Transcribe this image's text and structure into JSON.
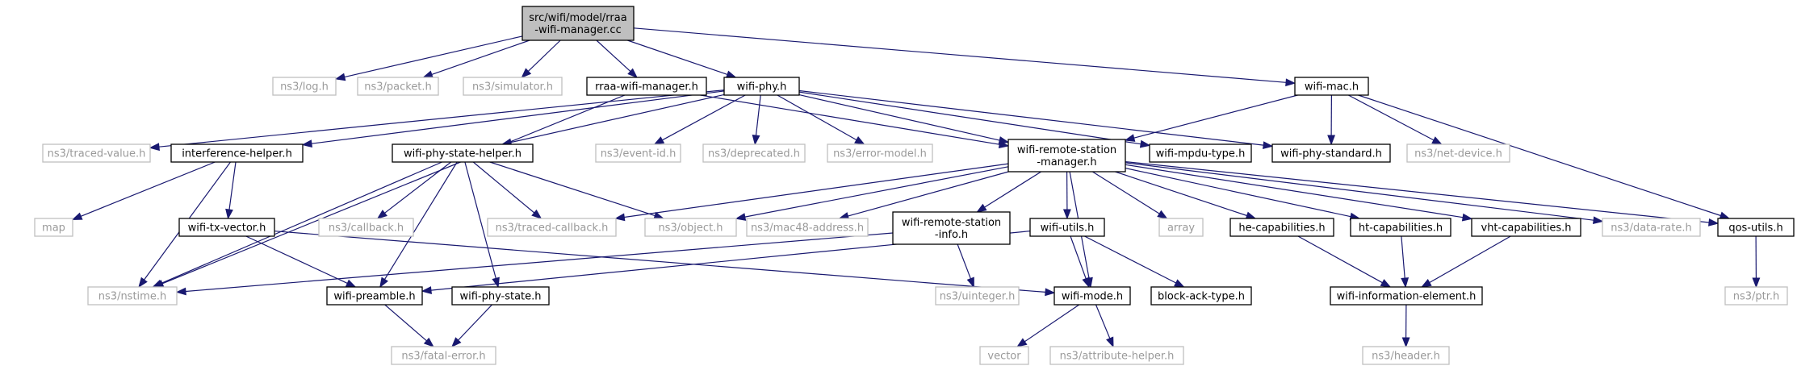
{
  "diagram": {
    "nodes": [
      {
        "id": "root",
        "label": "src/wifi/model/rraa\n-wifi-manager.cc",
        "style": "root"
      },
      {
        "id": "log",
        "label": "ns3/log.h",
        "style": "external"
      },
      {
        "id": "packet",
        "label": "ns3/packet.h",
        "style": "external"
      },
      {
        "id": "simulator",
        "label": "ns3/simulator.h",
        "style": "external"
      },
      {
        "id": "rraa",
        "label": "rraa-wifi-manager.h",
        "style": "documented"
      },
      {
        "id": "wifiphy",
        "label": "wifi-phy.h",
        "style": "documented"
      },
      {
        "id": "wifimac",
        "label": "wifi-mac.h",
        "style": "documented"
      },
      {
        "id": "tracedvalue",
        "label": "ns3/traced-value.h",
        "style": "external"
      },
      {
        "id": "interference",
        "label": "interference-helper.h",
        "style": "documented"
      },
      {
        "id": "phystatehelper",
        "label": "wifi-phy-state-helper.h",
        "style": "documented"
      },
      {
        "id": "eventid",
        "label": "ns3/event-id.h",
        "style": "external"
      },
      {
        "id": "deprecated",
        "label": "ns3/deprecated.h",
        "style": "external"
      },
      {
        "id": "errormodel",
        "label": "ns3/error-model.h",
        "style": "external"
      },
      {
        "id": "rsm",
        "label": "wifi-remote-station\n-manager.h",
        "style": "documented"
      },
      {
        "id": "mpdutype",
        "label": "wifi-mpdu-type.h",
        "style": "documented"
      },
      {
        "id": "phystandard",
        "label": "wifi-phy-standard.h",
        "style": "documented"
      },
      {
        "id": "netdevice",
        "label": "ns3/net-device.h",
        "style": "external"
      },
      {
        "id": "map",
        "label": "map",
        "style": "external"
      },
      {
        "id": "txvector",
        "label": "wifi-tx-vector.h",
        "style": "documented"
      },
      {
        "id": "callback",
        "label": "ns3/callback.h",
        "style": "external"
      },
      {
        "id": "tracedcallback",
        "label": "ns3/traced-callback.h",
        "style": "external"
      },
      {
        "id": "object",
        "label": "ns3/object.h",
        "style": "external"
      },
      {
        "id": "mac48",
        "label": "ns3/mac48-address.h",
        "style": "external"
      },
      {
        "id": "rsinfo",
        "label": "wifi-remote-station\n-info.h",
        "style": "documented"
      },
      {
        "id": "utils",
        "label": "wifi-utils.h",
        "style": "documented"
      },
      {
        "id": "array",
        "label": "array",
        "style": "external"
      },
      {
        "id": "hecap",
        "label": "he-capabilities.h",
        "style": "documented"
      },
      {
        "id": "htcap",
        "label": "ht-capabilities.h",
        "style": "documented"
      },
      {
        "id": "vhtcap",
        "label": "vht-capabilities.h",
        "style": "documented"
      },
      {
        "id": "datarate",
        "label": "ns3/data-rate.h",
        "style": "external"
      },
      {
        "id": "qos",
        "label": "qos-utils.h",
        "style": "documented"
      },
      {
        "id": "nstime",
        "label": "ns3/nstime.h",
        "style": "external"
      },
      {
        "id": "preamble",
        "label": "wifi-preamble.h",
        "style": "documented"
      },
      {
        "id": "phystate",
        "label": "wifi-phy-state.h",
        "style": "documented"
      },
      {
        "id": "uinteger",
        "label": "ns3/uinteger.h",
        "style": "external"
      },
      {
        "id": "mode",
        "label": "wifi-mode.h",
        "style": "documented"
      },
      {
        "id": "blockack",
        "label": "block-ack-type.h",
        "style": "documented"
      },
      {
        "id": "infoelem",
        "label": "wifi-information-element.h",
        "style": "documented"
      },
      {
        "id": "ptr",
        "label": "ns3/ptr.h",
        "style": "external"
      },
      {
        "id": "fatalerror",
        "label": "ns3/fatal-error.h",
        "style": "external"
      },
      {
        "id": "vector",
        "label": "vector",
        "style": "external"
      },
      {
        "id": "attrhelper",
        "label": "ns3/attribute-helper.h",
        "style": "external"
      },
      {
        "id": "header",
        "label": "ns3/header.h",
        "style": "external"
      }
    ],
    "edges": [
      [
        "root",
        "log"
      ],
      [
        "root",
        "packet"
      ],
      [
        "root",
        "simulator"
      ],
      [
        "root",
        "rraa"
      ],
      [
        "root",
        "wifiphy"
      ],
      [
        "root",
        "wifimac"
      ],
      [
        "rraa",
        "rsm"
      ],
      [
        "rraa",
        "nstime"
      ],
      [
        "wifiphy",
        "interference"
      ],
      [
        "wifiphy",
        "phystatehelper"
      ],
      [
        "wifiphy",
        "eventid"
      ],
      [
        "wifiphy",
        "deprecated"
      ],
      [
        "wifiphy",
        "errormodel"
      ],
      [
        "wifiphy",
        "rsm"
      ],
      [
        "wifiphy",
        "mpdutype"
      ],
      [
        "wifiphy",
        "phystandard"
      ],
      [
        "wifiphy",
        "tracedvalue"
      ],
      [
        "wifimac",
        "rsm"
      ],
      [
        "wifimac",
        "phystandard"
      ],
      [
        "wifimac",
        "netdevice"
      ],
      [
        "wifimac",
        "qos"
      ],
      [
        "interference",
        "map"
      ],
      [
        "interference",
        "txvector"
      ],
      [
        "interference",
        "nstime"
      ],
      [
        "phystatehelper",
        "callback"
      ],
      [
        "phystatehelper",
        "tracedcallback"
      ],
      [
        "phystatehelper",
        "object"
      ],
      [
        "phystatehelper",
        "nstime"
      ],
      [
        "phystatehelper",
        "preamble"
      ],
      [
        "phystatehelper",
        "phystate"
      ],
      [
        "txvector",
        "preamble"
      ],
      [
        "txvector",
        "mode"
      ],
      [
        "rsm",
        "tracedcallback"
      ],
      [
        "rsm",
        "object"
      ],
      [
        "rsm",
        "mac48"
      ],
      [
        "rsm",
        "rsinfo"
      ],
      [
        "rsm",
        "utils"
      ],
      [
        "rsm",
        "array"
      ],
      [
        "rsm",
        "hecap"
      ],
      [
        "rsm",
        "htcap"
      ],
      [
        "rsm",
        "vhtcap"
      ],
      [
        "rsm",
        "datarate"
      ],
      [
        "rsm",
        "qos"
      ],
      [
        "rsm",
        "mode"
      ],
      [
        "rsinfo",
        "uinteger"
      ],
      [
        "rsinfo",
        "nstime"
      ],
      [
        "utils",
        "mode"
      ],
      [
        "utils",
        "blockack"
      ],
      [
        "utils",
        "preamble"
      ],
      [
        "hecap",
        "infoelem"
      ],
      [
        "htcap",
        "infoelem"
      ],
      [
        "vhtcap",
        "infoelem"
      ],
      [
        "qos",
        "ptr"
      ],
      [
        "preamble",
        "fatalerror"
      ],
      [
        "phystate",
        "fatalerror"
      ],
      [
        "mode",
        "vector"
      ],
      [
        "mode",
        "attrhelper"
      ],
      [
        "infoelem",
        "header"
      ]
    ]
  }
}
